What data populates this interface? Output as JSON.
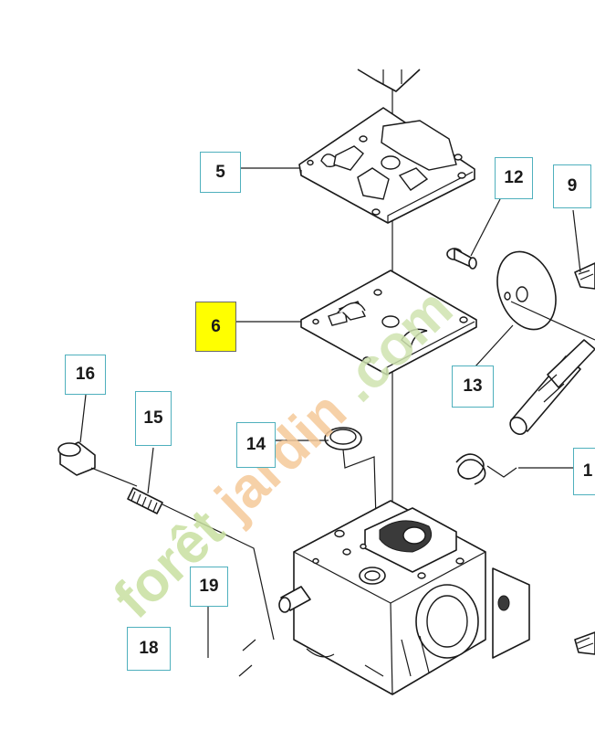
{
  "callouts": {
    "c5": "5",
    "c6": "6",
    "c12": "12",
    "c9": "9",
    "c13": "13",
    "c14": "14",
    "c16": "16",
    "c15": "15",
    "c1": "1",
    "c19": "19",
    "c18": "18"
  },
  "highlight_color": "#ffff00",
  "callout_border_color": "#4fb0bd",
  "watermark": {
    "part1": "forêt",
    "part2": "jardin",
    "part3": ".com",
    "colors": [
      "#c8e0a0",
      "#f5c99a",
      "#cfe3b0"
    ]
  }
}
